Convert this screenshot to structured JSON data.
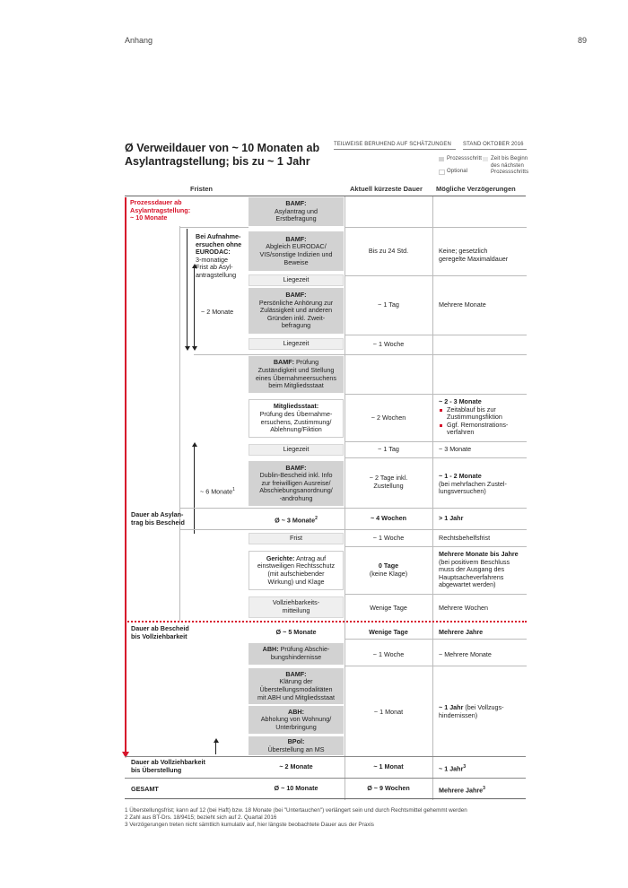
{
  "header": {
    "left": "Anhang",
    "page_number": "89"
  },
  "title": {
    "line1": "Ø Verweildauer von ~ 10 Monaten ab",
    "line2": "Asylantragstellung; bis zu ~ 1 Jahr"
  },
  "meta": {
    "estimate_note": "TEILWEISE BERUHEND AUF SCHÄTZUNGEN",
    "stand": "STAND OKTOBER 2016"
  },
  "legend": {
    "prozessschritt": "Prozessschritt",
    "optional": "Optional",
    "zeit_line1": "Zeit bis Beginn",
    "zeit_line2": "des nächsten",
    "zeit_line3": "Prozessschritts"
  },
  "columns": {
    "fristen": "Fristen",
    "kuerzeste": "Aktuell kürzeste Dauer",
    "verzoegerungen": "Mögliche Verzögerungen"
  },
  "colors": {
    "accent_red": "#d7142b",
    "step_dark": "#d2d2d2",
    "step_light": "#efefef"
  },
  "left_labels": {
    "prozessdauer": [
      "Prozessdauer ab",
      "Asylantragstellung:",
      "~ 10 Monate"
    ],
    "aufnahme_bold": [
      "Bei Aufnahme-",
      "ersuchen ohne",
      "EURODAC:"
    ],
    "aufnahme_rest": [
      "3-monatige",
      "Frist ab Asyl-",
      "antragstellung"
    ],
    "zwei_monate": "~ 2 Monate",
    "sechs_monate": "~ 6 Monate",
    "sechs_monate_sup": "1",
    "dauer_bescheid": [
      "Dauer ab Asylan-",
      "trag bis Bescheid"
    ],
    "dauer_vollzieh": [
      "Dauer ab Bescheid",
      "bis Vollziehbarkeit"
    ],
    "dauer_ueberstellung": [
      "Dauer ab Vollziehbarkeit",
      "bis Überstellung"
    ],
    "gesamt": "GESAMT"
  },
  "steps": {
    "s1": {
      "bold": "BAMF:",
      "lines": [
        "Asylantrag und",
        "Erstbefragung"
      ]
    },
    "s2": {
      "bold": "BAMF:",
      "lines": [
        "Abgleich EURODAC/",
        "VIS/sonstige Indizien und",
        "Beweise"
      ]
    },
    "s3": {
      "lines": [
        "Liegezeit"
      ]
    },
    "s4": {
      "bold": "BAMF:",
      "lines": [
        "Persönliche Anhörung zur",
        "Zulässigkeit und anderen",
        "Gründen inkl. Zweit-",
        "befragung"
      ]
    },
    "s5": {
      "lines": [
        "Liegezeit"
      ]
    },
    "s6": {
      "bold": "BAMF:",
      "first_rest": " Prüfung",
      "lines": [
        "Zuständigkeit und Stellung",
        "eines Übernahmeersuchens",
        "beim Mitgliedsstaat"
      ]
    },
    "s7": {
      "bold": "Mitgliedsstaat:",
      "lines": [
        "Prüfung des Übernahme-",
        "ersuchens, Zustimmung/",
        "Ablehnung/Fiktion"
      ]
    },
    "s8": {
      "lines": [
        "Liegezeit"
      ]
    },
    "s9": {
      "bold": "BAMF:",
      "lines": [
        "Dublin-Bescheid inkl. Info",
        "zur freiwilligen Ausreise/",
        "Abschiebungsanordnung/",
        "-androhung"
      ]
    },
    "s10": {
      "bold": "Ø ~ 3 Monate",
      "sup": "2"
    },
    "s11": {
      "lines": [
        "Frist"
      ]
    },
    "s12": {
      "bold": "Gerichte:",
      "first_rest": " Antrag auf",
      "lines": [
        "einstweiligen Rechtsschutz",
        "(mit aufschiebender",
        "Wirkung) und Klage"
      ]
    },
    "s13": {
      "lines": [
        "Vollziehbarkeits-",
        "mitteilung"
      ]
    },
    "s14": {
      "bold": "Ø ~ 5 Monate"
    },
    "s15": {
      "bold": "ABH:",
      "first_rest": " Prüfung Abschie-",
      "lines": [
        "bungshindernisse"
      ]
    },
    "s16": {
      "bold": "BAMF:",
      "lines": [
        "Klärung der",
        "Überstellungsmodalitäten",
        "mit ABH und Mitgliedsstaat"
      ]
    },
    "s17": {
      "bold": "ABH:",
      "lines": [
        "Abholung von Wohnung/",
        "Unterbringung"
      ]
    },
    "s18": {
      "bold": "BPol:",
      "lines": [
        "Überstellung an MS"
      ]
    },
    "s19": {
      "bold": "~ 2 Monate"
    },
    "s20": {
      "bold": "Ø ~ 10 Monate"
    }
  },
  "durations": {
    "d1": "Bis zu 24 Std.",
    "d2": "~ 1 Tag",
    "d3": "~ 1 Woche",
    "d4": "~ 2 Wochen",
    "d5": "~ 1 Tag",
    "d6": [
      "~ 2 Tage inkl.",
      "Zustellung"
    ],
    "d7": "~ 4 Wochen",
    "d8": "~ 1 Woche",
    "d9": [
      "0 Tage",
      "(keine Klage)"
    ],
    "d10": "Wenige Tage",
    "d11": "Wenige Tage",
    "d12": "~ 1 Woche",
    "d13": "~ 1 Monat",
    "d14": "~ 1 Monat",
    "d15": "Ø ~ 9 Wochen"
  },
  "delays": {
    "v1": [
      "Keine; gesetzlich",
      "geregelte Maximaldauer"
    ],
    "v2": "Mehrere Monate",
    "v3": {
      "head": "~ 2 - 3 Monate",
      "bullets": [
        [
          "Zeitablauf bis zur",
          "Zustimmungsfiktion"
        ],
        [
          "Ggf. Remonstrations-",
          "verfahren"
        ]
      ]
    },
    "v4": "~ 3 Monate",
    "v5": {
      "head": "~ 1 - 2 Monate",
      "lines": [
        "(bei mehrfachen Zustel-",
        "lungsversuchen)"
      ]
    },
    "v6": "> 1 Jahr",
    "v7": "Rechtsbehelfsfrist",
    "v8": {
      "head": "Mehrere Monate bis Jahre",
      "lines": [
        "(bei positivem Beschluss",
        "muss der Ausgang des",
        "Hauptsacheverfahrens",
        "abgewartet werden)"
      ]
    },
    "v9": "Mehrere Wochen",
    "v10": "Mehrere Jahre",
    "v11": "~ Mehrere Monate",
    "v12": {
      "head": "~ 1 Jahr",
      "head_rest": " (bei Vollzugs-",
      "lines": [
        "hindernissen)"
      ]
    },
    "v13": "~ 1 Jahr",
    "v13_sup": "3",
    "v14": "Mehrere Jahre",
    "v14_sup": "3"
  },
  "footnotes": [
    "1 Überstellungsfrist; kann auf 12 (bei Haft) bzw. 18 Monate (bei \"Untertauchen\") verlängert sein und durch Rechtsmittel gehemmt werden",
    "2 Zahl aus BT-Drs. 18/9415; bezieht sich auf 2. Quartal 2016",
    "3 Verzögerungen treten nicht sämtlich kumulativ auf, hier längste beobachtete Dauer aus der Praxis"
  ]
}
